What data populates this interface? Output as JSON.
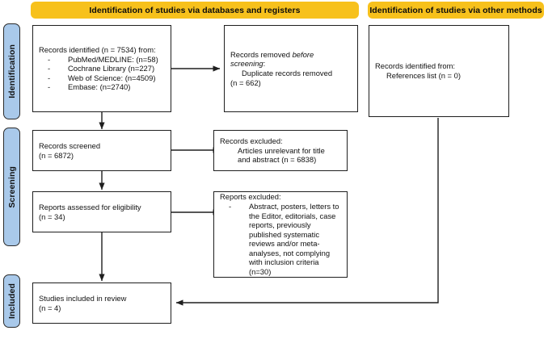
{
  "diagram": {
    "type": "PRISMA 2020 flow diagram",
    "banners": [
      {
        "id": "databases",
        "label": "Identification of studies via databases and registers"
      },
      {
        "id": "other",
        "label": "Identification of studies via other methods"
      }
    ],
    "phases": [
      {
        "id": "identification",
        "label": "Identification"
      },
      {
        "id": "screening",
        "label": "Screening"
      },
      {
        "id": "included",
        "label": "Included"
      }
    ],
    "boxes": {
      "records_identified": {
        "heading": "Records identified (n = 7534) from:",
        "bullets": [
          "PubMed/MEDLINE: (n=58)",
          "Cochrane Library (n=227)",
          "Web of Science: (n=4509)",
          "Embase: (n=2740)"
        ]
      },
      "records_removed": {
        "line1_pre": "Records removed ",
        "line1_italic": "before",
        "line2_italic": "screening",
        "line2_post": ":",
        "line3": "Duplicate records removed",
        "line4": "(n = 662)"
      },
      "other_methods": {
        "line1": "Records identified from:",
        "line2": "References list (n = 0)"
      },
      "records_screened": {
        "line1": "Records screened",
        "line2": "(n = 6872)"
      },
      "records_excluded": {
        "heading": "Records excluded:",
        "line2": "Articles unrelevant for title",
        "line3": "and abstract (n = 6838)"
      },
      "reports_assessed": {
        "line1": "Reports assessed for eligibility",
        "line2": "(n = 34)"
      },
      "reports_excluded": {
        "heading": "Reports excluded:",
        "bullet": "Abstract, posters, letters to the Editor, editorials, case reports, previously published systematic reviews and/or meta-analyses, not complying with inclusion criteria  (n=30)"
      },
      "studies_included": {
        "line1": "Studies included in review",
        "line2": "(n = 4)"
      }
    },
    "counts": {
      "records_identified_total": 7534,
      "pubmed_medline": 58,
      "cochrane_library": 227,
      "web_of_science": 4509,
      "embase": 2740,
      "references_list": 0,
      "duplicates_removed": 662,
      "records_screened": 6872,
      "records_excluded": 6838,
      "reports_assessed": 34,
      "reports_excluded": 30,
      "studies_included": 4
    },
    "colors": {
      "banner": "#f7c11c",
      "phase_label": "#a9c9ea",
      "border": "#1f1f1f",
      "text": "#111111",
      "background": "#ffffff"
    }
  }
}
